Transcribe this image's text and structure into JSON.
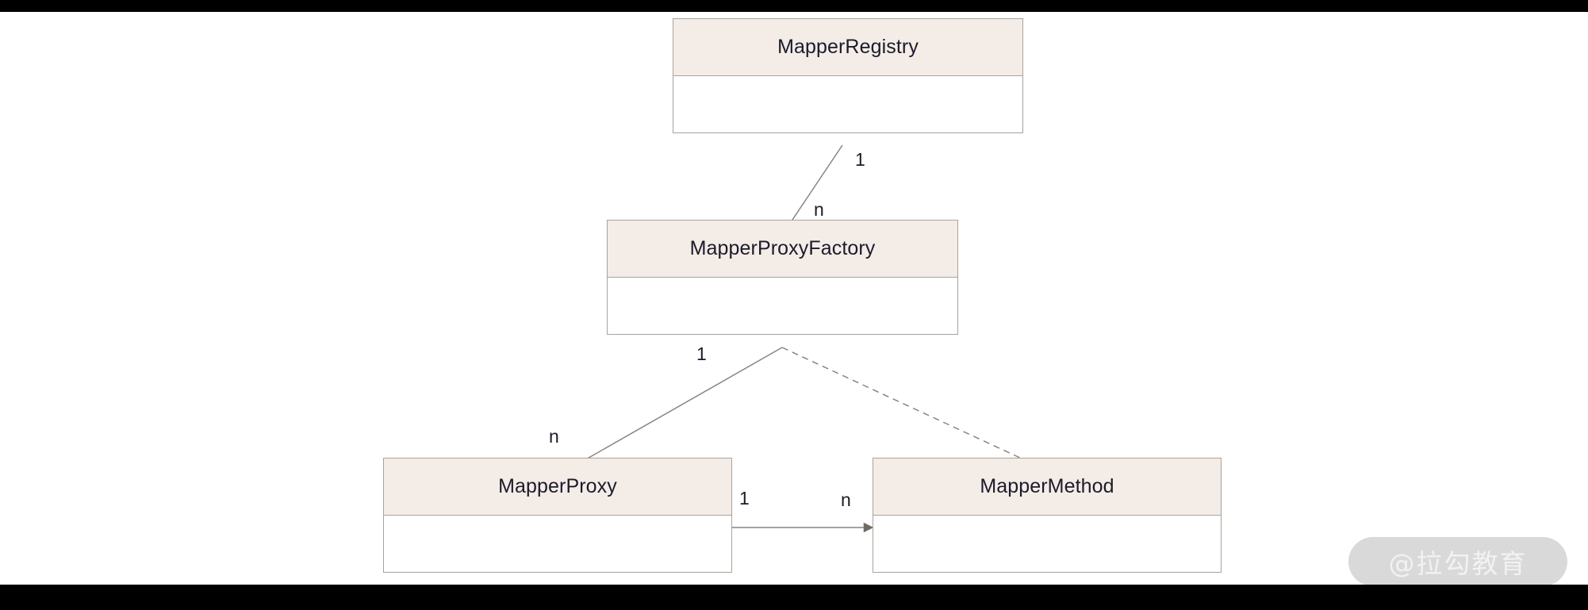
{
  "diagram": {
    "type": "uml-class-diagram",
    "background_color": "#ffffff",
    "class_header_fill": "#f4ece7",
    "class_body_fill": "#ffffff",
    "border_color": "#a9a39b",
    "text_color": "#1b1b2a",
    "edge_color": "#8a847c",
    "classes": [
      {
        "id": "mapper-registry",
        "name": "MapperRegistry"
      },
      {
        "id": "mapper-proxy-factory",
        "name": "MapperProxyFactory"
      },
      {
        "id": "mapper-proxy",
        "name": "MapperProxy"
      },
      {
        "id": "mapper-method",
        "name": "MapperMethod"
      }
    ],
    "relations": [
      {
        "id": "registry-to-factory",
        "from": "MapperRegistry",
        "to": "MapperProxyFactory",
        "style": "solid",
        "arrow": "open",
        "source_multiplicity": "1",
        "target_multiplicity": "n"
      },
      {
        "id": "factory-to-proxy",
        "from": "MapperProxyFactory",
        "to": "MapperProxy",
        "style": "solid",
        "arrow": "open",
        "source_multiplicity": "1",
        "target_multiplicity": "n"
      },
      {
        "id": "factory-to-method",
        "from": "MapperProxyFactory",
        "to": "MapperMethod",
        "style": "dashed",
        "arrow": "open",
        "source_multiplicity": "",
        "target_multiplicity": ""
      },
      {
        "id": "proxy-to-method",
        "from": "MapperProxy",
        "to": "MapperMethod",
        "style": "solid",
        "arrow": "open",
        "source_multiplicity": "1",
        "target_multiplicity": "n"
      }
    ]
  },
  "letterbox": {
    "color": "#000000",
    "top_height": "15",
    "bottom_height": "32"
  },
  "watermark": {
    "text": "@拉勾教育",
    "pill_color": "#d9d9d9",
    "text_color": "#f2f2f2"
  }
}
